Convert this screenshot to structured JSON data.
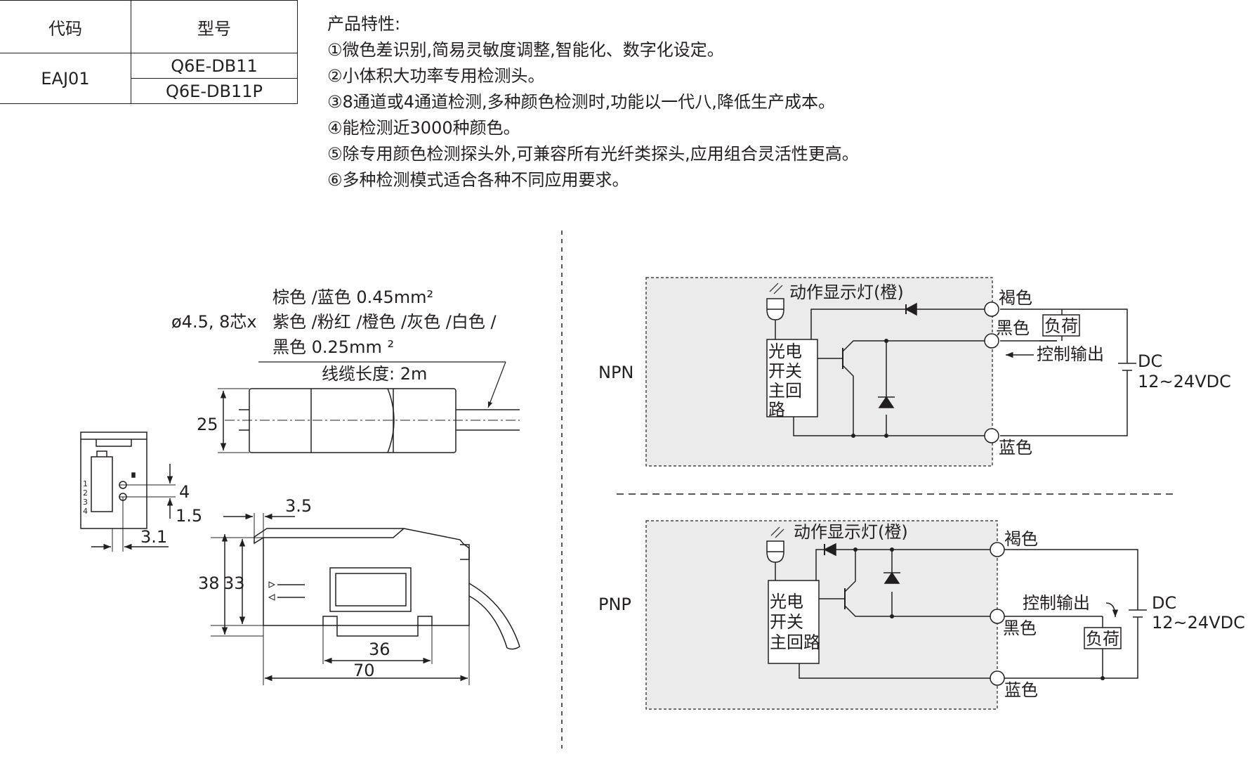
{
  "table": {
    "headers": [
      "代码",
      "型号"
    ],
    "code": "EAJ01",
    "models": [
      "Q6E-DB11",
      "Q6E-DB11P"
    ]
  },
  "features": {
    "title": "产品特性:",
    "items": [
      "①微色差识别,简易灵敏度调整,智能化、数字化设定。",
      "②小体积大功率专用检测头。",
      "③8通道或4通道检测,多种颜色检测时,功能以一代八,降低生产成本。",
      "④能检测近3000种颜色。",
      "⑤除专用颜色检测探头外,可兼容所有光纤类探头,应用组合灵活性更高。",
      "⑥多种检测模式适合各种不同应用要求。"
    ]
  },
  "dimension": {
    "cable_spec_1": "棕色 /蓝色 0.45mm²",
    "cable_core": "ø4.5, 8芯x",
    "cable_spec_2": "紫色 /粉红 /橙色 /灰色 /白色 /",
    "cable_spec_3": "黑色 0.25mm ²",
    "cable_length": "线缆长度: 2m",
    "dim_25": "25",
    "dim_4": "4",
    "dim_1_5": "1.5",
    "dim_3_1": "3.1",
    "dim_3_5": "3.5",
    "dim_38": "38",
    "dim_33": "33",
    "dim_36": "36",
    "dim_70": "70",
    "pins": [
      "1",
      "2",
      "3",
      "4"
    ]
  },
  "circuits": {
    "npn": {
      "label": "NPN",
      "indicator": "动作显示灯(橙)",
      "main_circuit": [
        "光电",
        "开关",
        "主回",
        "路"
      ],
      "wire_brown": "褐色",
      "wire_black": "黑色",
      "wire_blue": "蓝色",
      "load": "负荷",
      "control_output": "控制输出",
      "dc": "DC",
      "voltage": "12~24VDC"
    },
    "pnp": {
      "label": "PNP",
      "indicator": "动作显示灯(橙)",
      "main_circuit": [
        "光电",
        "开关",
        "主回路"
      ],
      "wire_brown": "褐色",
      "wire_black": "黑色",
      "wire_blue": "蓝色",
      "load": "负荷",
      "control_output": "控制输出",
      "dc": "DC",
      "voltage": "12~24VDC"
    }
  },
  "colors": {
    "line": "#231f20",
    "box_fill": "#ebebeb"
  }
}
